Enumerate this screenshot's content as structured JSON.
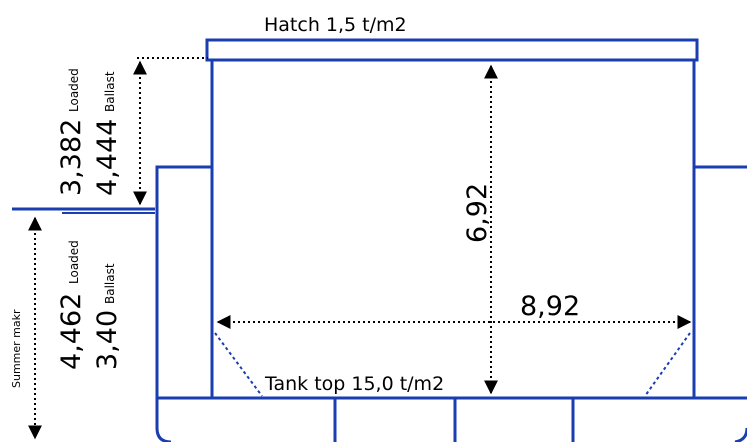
{
  "labels": {
    "hatch": "Hatch 1,5 t/m2",
    "tank_top": "Tank top 15,0 t/m2",
    "height": "6,92",
    "width": "8,92",
    "freeboard_loaded_value": "3,382",
    "freeboard_loaded_tag": "Loaded",
    "freeboard_ballast_value": "4,444",
    "freeboard_ballast_tag": "Ballast",
    "draft_loaded_value": "4,462",
    "draft_loaded_tag": "Loaded",
    "draft_ballast_value": "3,40",
    "draft_ballast_tag": "Ballast",
    "summer_mark": "Summer makr"
  },
  "colors": {
    "structure": "#1a3db0",
    "dimension": "#000000",
    "text": "#000000"
  }
}
